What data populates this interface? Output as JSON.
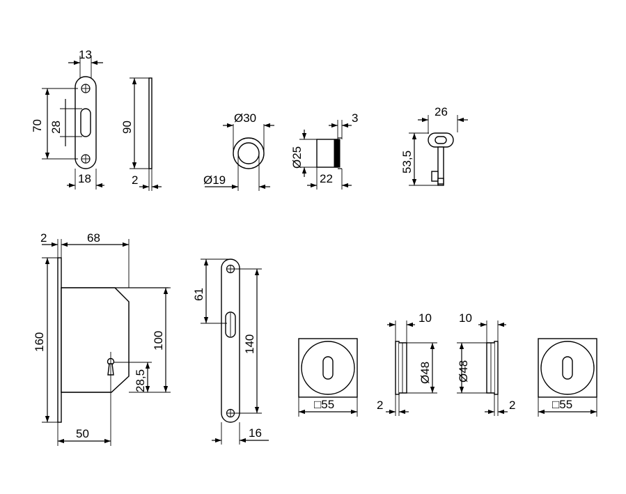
{
  "drawing": {
    "stroke_color": "#000000",
    "background_color": "#ffffff",
    "dimensions": {
      "strike_width": "13",
      "strike_height": "70",
      "strike_slot": "28",
      "strike_bottom": "18",
      "edge_height": "90",
      "edge_thickness": "2",
      "pull_outer": "Ø30",
      "pull_inner": "Ø19",
      "pull_depth": "3",
      "pull_side_diameter": "Ø25",
      "pull_side_length": "22",
      "key_width": "26",
      "key_height": "53,5",
      "lock_faceplate": "2",
      "lock_depth": "68",
      "lock_height": "160",
      "lock_body": "100",
      "lock_keyhole": "28,5",
      "lock_backset": "50",
      "plate_span": "61",
      "plate_length": "140",
      "plate_width": "16",
      "rosette_left_size": "□55",
      "rosette_mid_left_depth": "10",
      "rosette_mid_left_diameter": "Ø48",
      "rosette_mid_left_thickness": "2",
      "rosette_mid_right_depth": "10",
      "rosette_mid_right_diameter": "Ø48",
      "rosette_mid_right_thickness": "2",
      "rosette_right_size": "□55"
    }
  }
}
